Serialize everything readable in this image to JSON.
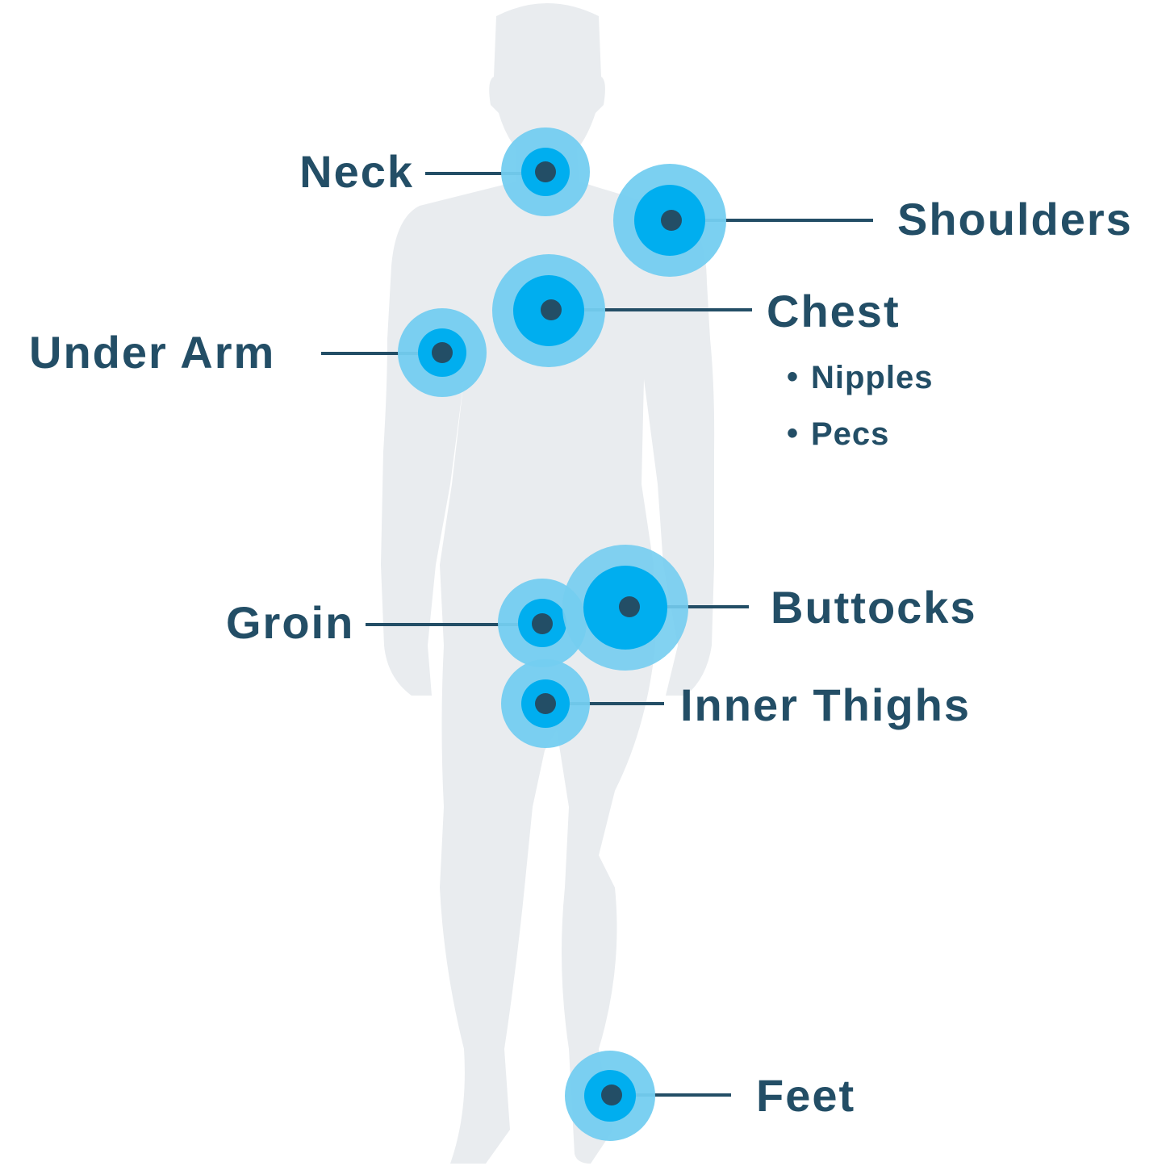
{
  "colors": {
    "body": "#e9ecef",
    "outer_ring": "#74cdf0",
    "inner_ring": "#00aeef",
    "dot": "#234e66",
    "text": "#234e66"
  },
  "labels": {
    "neck": "Neck",
    "shoulders": "Shoulders",
    "chest": "Chest",
    "chest_subitems": [
      "Nipples",
      "Pecs"
    ],
    "bullet": "•",
    "under_arm": "Under Arm",
    "groin": "Groin",
    "buttocks": "Buttocks",
    "inner_thighs": "Inner Thighs",
    "feet": "Feet"
  }
}
